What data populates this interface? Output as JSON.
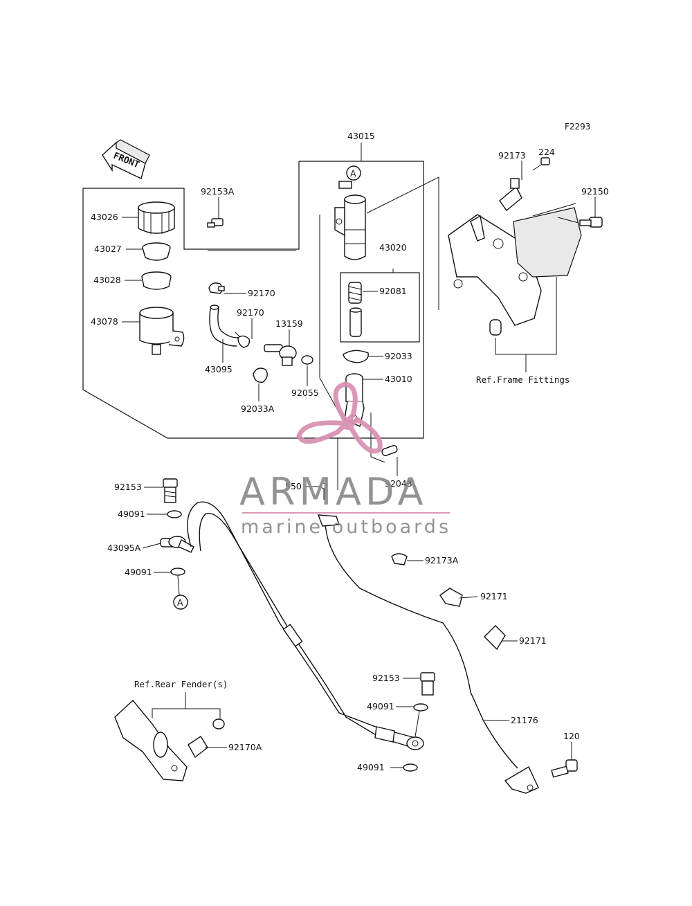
{
  "diagram": {
    "code": "F2293",
    "front_label": "FRONT",
    "parts": {
      "p43015": "43015",
      "p92173": "92173",
      "p224": "224",
      "p92150": "92150",
      "p92153A": "92153A",
      "p43026": "43026",
      "p43027": "43027",
      "p43028": "43028",
      "p43078": "43078",
      "p92170a": "92170",
      "p92170b": "92170",
      "p13159": "13159",
      "p43095": "43095",
      "p92033A": "92033A",
      "p92055": "92055",
      "p43020": "43020",
      "p92081": "92081",
      "p92033": "92033",
      "p43010": "43010",
      "p92043": "92043",
      "p550": "550",
      "p92153a": "92153",
      "p49091a": "49091",
      "p43095A": "43095A",
      "p49091b": "49091",
      "p92173A": "92173A",
      "p92171a": "92171",
      "p92171b": "92171",
      "p92153b": "92153",
      "p49091c": "49091",
      "p21176": "21176",
      "p49091d": "49091",
      "p120": "120",
      "p92170A": "92170A"
    },
    "refs": {
      "frame": "Ref.Frame Fittings",
      "fender": "Ref.Rear Fender(s)"
    },
    "markers": {
      "a_top": "A",
      "a_bottom": "A"
    }
  },
  "watermark": {
    "brand": "ARMADA",
    "tagline": "marine outboards",
    "accent_color": "#d98fb0"
  }
}
